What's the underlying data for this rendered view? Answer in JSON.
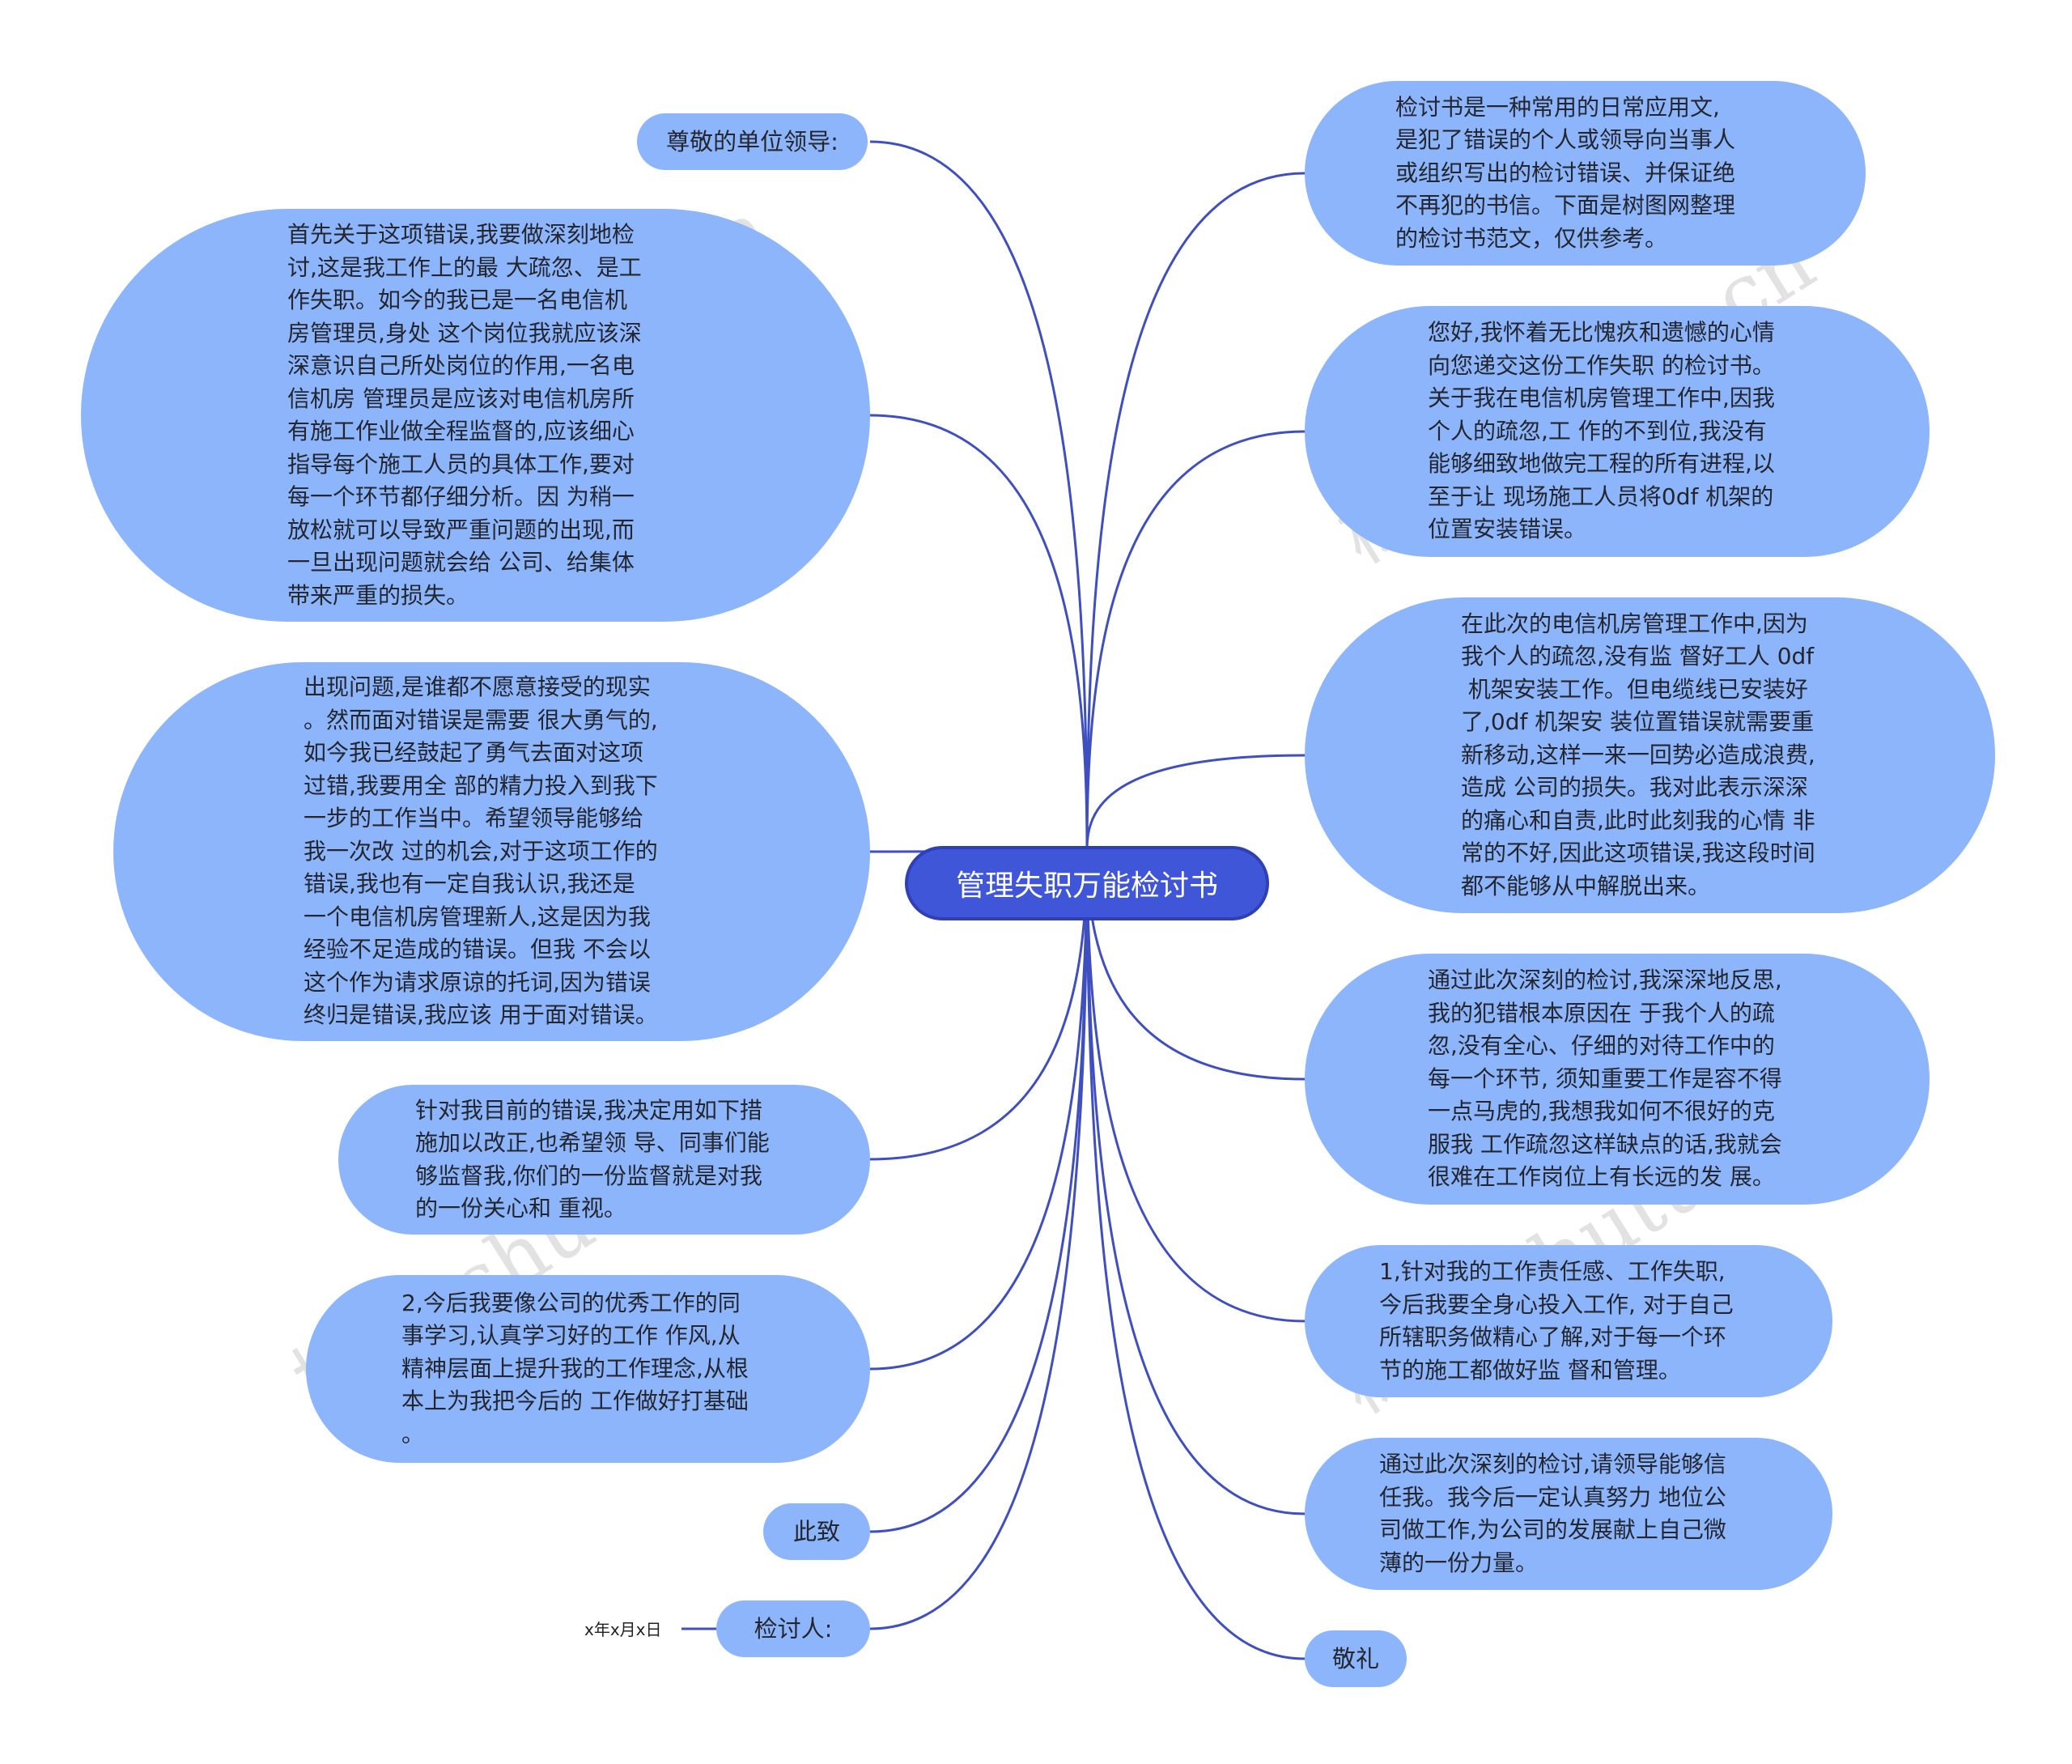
{
  "title": "管理失职万能检讨书",
  "left_nodes": [
    {
      "id": "salutation",
      "text": "尊敬的单位领导:"
    },
    {
      "id": "l1",
      "text": "首先关于这项错误,我要做深刻地检\n讨,这是我工作上的最 大疏忽、是工\n作失职。如今的我已是一名电信机\n房管理员,身处 这个岗位我就应该深\n深意识自己所处岗位的作用,一名电\n信机房 管理员是应该对电信机房所\n有施工作业做全程监督的,应该细心\n指导每个施工人员的具体工作,要对\n每一个环节都仔细分析。因 为稍一\n放松就可以导致严重问题的出现,而\n一旦出现问题就会给 公司、给集体\n带来严重的损失。"
    },
    {
      "id": "l2",
      "text": "出现问题,是谁都不愿意接受的现实\n。然而面对错误是需要 很大勇气的,\n如今我已经鼓起了勇气去面对这项\n过错,我要用全 部的精力投入到我下\n一步的工作当中。希望领导能够给\n我一次改 过的机会,对于这项工作的\n错误,我也有一定自我认识,我还是\n一个电信机房管理新人,这是因为我\n经验不足造成的错误。但我 不会以\n这个作为请求原谅的托词,因为错误\n终归是错误,我应该 用于面对错误。"
    },
    {
      "id": "l3",
      "text": "针对我目前的错误,我决定用如下措\n施加以改正,也希望领 导、同事们能\n够监督我,你们的一份监督就是对我\n的一份关心和 重视。"
    },
    {
      "id": "l4",
      "text": "2,今后我要像公司的优秀工作的同\n事学习,认真学习好的工作 作风,从\n精神层面上提升我的工作理念,从根\n本上为我把今后的 工作做好打基础\n。"
    },
    {
      "id": "cizhi",
      "text": "此致"
    },
    {
      "id": "jiantaoren",
      "text": "检讨人:"
    }
  ],
  "right_nodes": [
    {
      "id": "r1",
      "text": "检讨书是一种常用的日常应用文,\n是犯了错误的个人或领导向当事人\n或组织写出的检讨错误、并保证绝\n不再犯的书信。下面是树图网整理\n的检讨书范文，仅供参考。"
    },
    {
      "id": "r2",
      "text": "您好,我怀着无比愧疚和遗憾的心情\n向您递交这份工作失职 的检讨书。\n关于我在电信机房管理工作中,因我\n个人的疏忽,工 作的不到位,我没有\n能够细致地做完工程的所有进程,以\n至于让 现场施工人员将0df 机架的\n位置安装错误。"
    },
    {
      "id": "r3",
      "text": "在此次的电信机房管理工作中,因为\n我个人的疏忽,没有监 督好工人 0df\n 机架安装工作。但电缆线已安装好\n了,0df 机架安 装位置错误就需要重\n新移动,这样一来一回势必造成浪费,\n造成 公司的损失。我对此表示深深\n的痛心和自责,此时此刻我的心情 非\n常的不好,因此这项错误,我这段时间\n都不能够从中解脱出来。"
    },
    {
      "id": "r4",
      "text": "通过此次深刻的检讨,我深深地反思,\n我的犯错根本原因在 于我个人的疏\n忽,没有全心、仔细的对待工作中的\n每一个环节, 须知重要工作是容不得\n一点马虎的,我想我如何不很好的克\n服我 工作疏忽这样缺点的话,我就会\n很难在工作岗位上有长远的发 展。"
    },
    {
      "id": "r5",
      "text": "1,针对我的工作责任感、工作失职,\n今后我要全身心投入工作, 对于自己\n所辖职务做精心了解,对于每一个环\n节的施工都做好监 督和管理。"
    },
    {
      "id": "r6",
      "text": "通过此次深刻的检讨,请领导能够信\n任我。我今后一定认真努力 地位公\n司做工作,为公司的发展献上自己微\n薄的一份力量。"
    },
    {
      "id": "jingli",
      "text": "敬礼"
    }
  ],
  "date_label": "x年x月x日",
  "watermark_text": "树图 shutu.cn",
  "colors": {
    "node_fill": "#8db5fb",
    "center_fill": "#3f56d8",
    "link": "#3f4fc0"
  }
}
